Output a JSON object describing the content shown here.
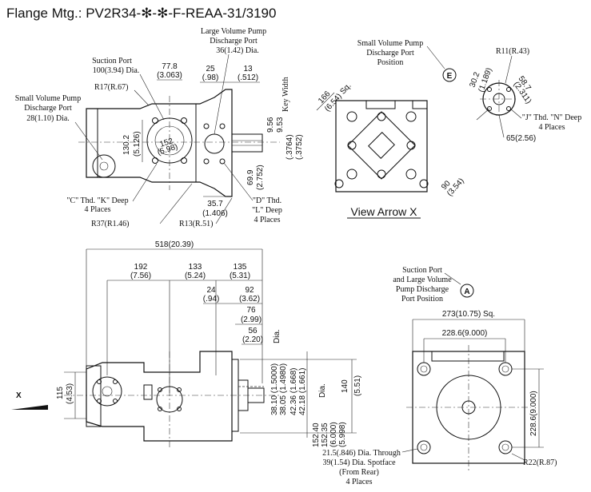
{
  "title": "Flange Mtg.: PV2R34-✻-✻-F-REAA-31/3190",
  "side_view": {
    "small_port_label": [
      "Small Volume Pump",
      "Discharge Port",
      "28(1.10) Dia."
    ],
    "suction_label": [
      "Suction Port",
      "100(3.94) Dia."
    ],
    "dim_77_8": [
      "77.8",
      "(3.063)"
    ],
    "large_port_label": [
      "Large Volume Pump",
      "Discharge Port",
      "36(1.42) Dia."
    ],
    "dim_25": [
      "25",
      "(.98)"
    ],
    "dim_13": [
      "13",
      "(.512)"
    ],
    "key_width": "Key Width",
    "r17": "R17(R.67)",
    "dim_130_2": [
      "130.2",
      "(5.126)"
    ],
    "dim_152": [
      "152",
      "(5.98)"
    ],
    "dim_9_56": [
      "9.56",
      "9.53"
    ],
    "dim_3764": [
      "(.3764)",
      "(.3752)"
    ],
    "dim_69_9": [
      "69.9",
      "(2.752)"
    ],
    "c_thd": [
      "\"C\" Thd. \"K\" Deep",
      "4 Places"
    ],
    "dim_35_7": [
      "35.7",
      "(1.406)"
    ],
    "d_thd": [
      "\"D\" Thd.",
      "\"L\" Deep",
      "4 Places"
    ],
    "r37": "R37(R1.46)",
    "r13": "R13(R.51)"
  },
  "arrow_view": {
    "small_port_label": [
      "Small Volume Pump",
      "Discharge Port",
      "Position"
    ],
    "marker_e": "E",
    "dim_166": [
      "166",
      "(6.54) Sq."
    ],
    "dim_90": [
      "90",
      "(3.54)"
    ],
    "caption": "View Arrow X"
  },
  "detail_e": {
    "r11": "R11(R.43)",
    "dim_30_2": [
      "30.2",
      "(1.189)"
    ],
    "dim_58_7": [
      "58.7",
      "(2.311)"
    ],
    "j_thd": [
      "\"J\" Thd. \"N\" Deep",
      "4 Places"
    ],
    "dim_65": "65(2.56)"
  },
  "bottom_view": {
    "dim_518": "518(20.39)",
    "dim_192": [
      "192",
      "(7.56)"
    ],
    "dim_133": [
      "133",
      "(5.24)"
    ],
    "dim_135": [
      "135",
      "(5.31)"
    ],
    "dim_24": [
      "24",
      "(.94)"
    ],
    "dim_92": [
      "92",
      "(3.62)"
    ],
    "dim_76": [
      "76",
      "(2.99)"
    ],
    "dim_56": [
      "56",
      "(2.20)"
    ],
    "dia_label": "Dia.",
    "dim_38_10": [
      "38.10 (1.5000)",
      "38.05 (1.4980)"
    ],
    "dim_42_36": [
      "42.36 (1.668)",
      "42.18 (1.661)"
    ],
    "dim_152_40": [
      "152.40",
      "152.35",
      "(6.000)",
      "(5.998)"
    ],
    "dia_label2": "Dia.",
    "dim_140": [
      "140",
      "(5.51)"
    ],
    "dim_115": [
      "115",
      "(4.53)"
    ],
    "arrow_x": "X"
  },
  "flange_view": {
    "suction_label": [
      "Suction Port",
      "and Large Volume",
      "Pump Discharge",
      "Port Position"
    ],
    "marker_a": "A",
    "dim_273": "273(10.75) Sq.",
    "dim_228_h": "228.6(9.000)",
    "dim_228_v": "228.6(9.000)",
    "through_hole": [
      "21.5(.846) Dia. Through",
      "39(1.54) Dia. Spotface",
      "(From Rear)",
      "4 Places"
    ],
    "r22": "R22(R.87)"
  }
}
